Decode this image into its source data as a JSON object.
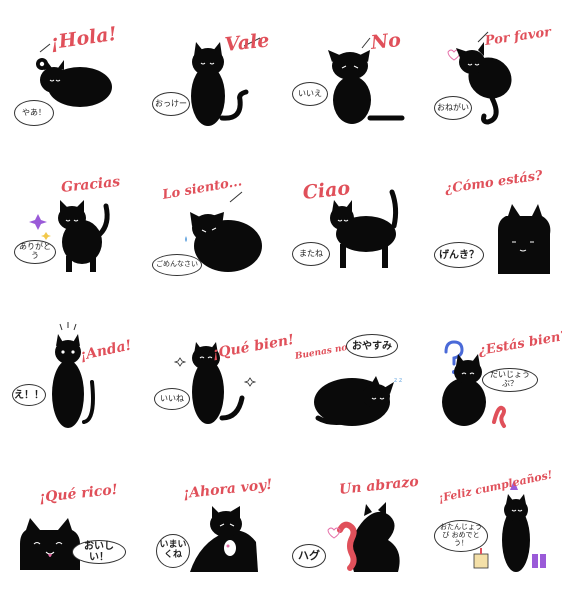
{
  "colors": {
    "title": "#e0505a",
    "cat": "#0a0a0a",
    "outline": "#333333",
    "background": "#ffffff"
  },
  "stickers": [
    {
      "title": "¡Hola!",
      "bubble": "やあ！"
    },
    {
      "title": "Vale",
      "bubble": "おっけー"
    },
    {
      "title": "No",
      "bubble": "いいえ"
    },
    {
      "title": "Por favor",
      "bubble": "おねがい"
    },
    {
      "title": "Gracias",
      "bubble": "ありがとう"
    },
    {
      "title": "Lo siento...",
      "bubble": "ごめんなさい"
    },
    {
      "title": "Ciao",
      "bubble": "またね"
    },
    {
      "title": "¿Cómo estás?",
      "bubble": "げんき？"
    },
    {
      "title": "¡Anda!",
      "bubble": "え！！"
    },
    {
      "title": "¡Qué bien!",
      "bubble": "いいね"
    },
    {
      "title": "Buenas noches",
      "bubble": "おやすみ"
    },
    {
      "title": "¿Estás bien?",
      "bubble": "だいじょうぶ？"
    },
    {
      "title": "¡Qué rico!",
      "bubble": "おいしい！"
    },
    {
      "title": "¡Ahora voy!",
      "bubble": "いまいくね"
    },
    {
      "title": "Un abrazo",
      "bubble": "ハグ"
    },
    {
      "title": "¡Feliz cumpleaños!",
      "bubble": "おたんじょうび おめでとう！"
    }
  ]
}
